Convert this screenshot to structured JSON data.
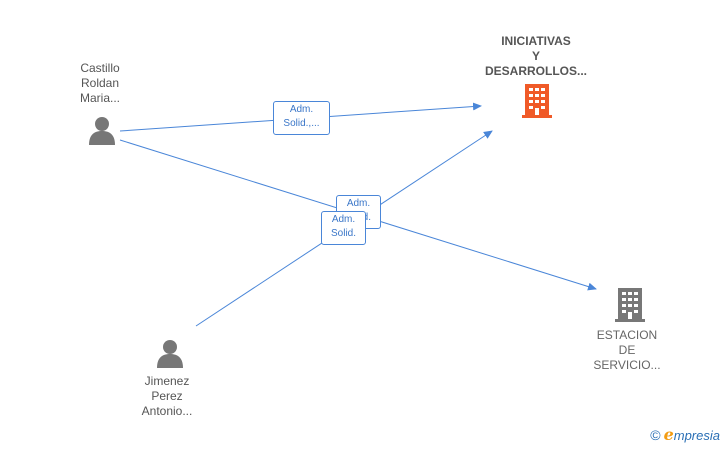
{
  "nodes": {
    "castillo": {
      "label": "Castillo\nRoldan\nMaria..."
    },
    "jimenez": {
      "label": "Jimenez\nPerez\nAntonio..."
    },
    "iniciativas": {
      "label": "INICIATIVAS\nY\nDESARROLLOS..."
    },
    "estacion": {
      "label": "ESTACION\nDE\nSERVICIO..."
    }
  },
  "edges": [
    {
      "label": "Adm.\nSolid.,..."
    },
    {
      "label": "Adm.\nSolid."
    },
    {
      "label": "Adm.\nSolid."
    }
  ],
  "colors": {
    "edge": "#4a86d8",
    "person_icon": "#777777",
    "company_main": "#f05a28",
    "company_other": "#777777"
  },
  "brand": {
    "copyright": "©",
    "e_letter": "e",
    "rest": "mpresia"
  }
}
